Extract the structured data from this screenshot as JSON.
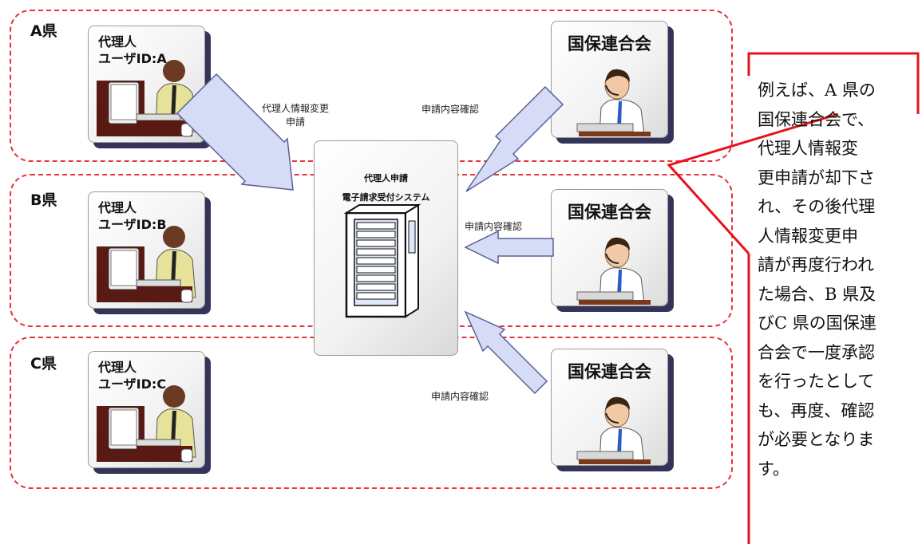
{
  "regions": [
    {
      "label": "A県",
      "user_line1": "代理人",
      "user_line2": "ユーザID:A",
      "koho_label": "国保連合会"
    },
    {
      "label": "B県",
      "user_line1": "代理人",
      "user_line2": "ユーザID:B",
      "koho_label": "国保連合会"
    },
    {
      "label": "C県",
      "user_line1": "代理人",
      "user_line2": "ユーザID:C",
      "koho_label": "国保連合会"
    }
  ],
  "server": {
    "line1": "代理人申請",
    "line2": "電子請求受付システム"
  },
  "edges": {
    "agent_request_line1": "代理人情報変更",
    "agent_request_line2": "申請",
    "confirm_a": "申請内容確認",
    "confirm_b": "申請内容確認",
    "confirm_c": "申請内容確認"
  },
  "callout": {
    "lines": [
      "例えば、A 県の",
      "国保連合会で、",
      "代理人情報変",
      "更申請が却下さ",
      "れ、その後代理",
      "人情報変更申",
      "請が再度行われ",
      "た場合、B 県及",
      "びC 県の国保連",
      "合会で一度承認",
      "を行ったとして",
      "も、再度、確認",
      "が必要となりま",
      "す。"
    ]
  },
  "colors": {
    "region_border": "#e8313a",
    "callout_border": "#e8121c",
    "arrow_fill": "#d6dcf6",
    "arrow_stroke": "#5a5f96",
    "card_shadow": "#34345a"
  }
}
